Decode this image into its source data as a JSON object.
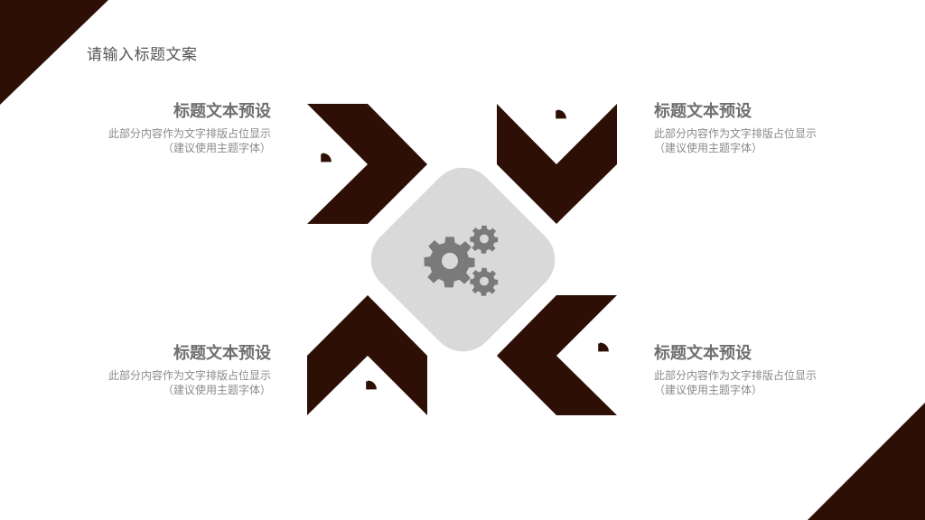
{
  "slide": {
    "title": "请输入标题文案"
  },
  "colors": {
    "accent": "#2d0f05",
    "center_fill": "#d9d9d9",
    "gear": "#7a7a7a",
    "icon_fill": "#ffffff"
  },
  "blocks": [
    {
      "position": "top-left",
      "title": "标题文本预设",
      "body": "此部分内容作为文字排版占位显示",
      "note": "（建议使用主题字体）"
    },
    {
      "position": "top-right",
      "title": "标题文本预设",
      "body": "此部分内容作为文字排版占位显示",
      "note": "（建议使用主题字体）"
    },
    {
      "position": "bottom-left",
      "title": "标题文本预设",
      "body": "此部分内容作为文字排版占位显示",
      "note": "（建议使用主题字体）"
    },
    {
      "position": "bottom-right",
      "title": "标题文本预设",
      "body": "此部分内容作为文字排版占位显示",
      "note": "（建议使用主题字体）"
    }
  ],
  "icons": {
    "arrows": [
      "chevron-right-icon",
      "chevron-down-icon",
      "chevron-up-icon",
      "chevron-left-icon"
    ],
    "badges": [
      "pie-chart-hand-icon",
      "pie-chart-hand-icon",
      "pie-chart-hand-icon",
      "pie-chart-hand-icon"
    ],
    "center": "gears-icon"
  }
}
